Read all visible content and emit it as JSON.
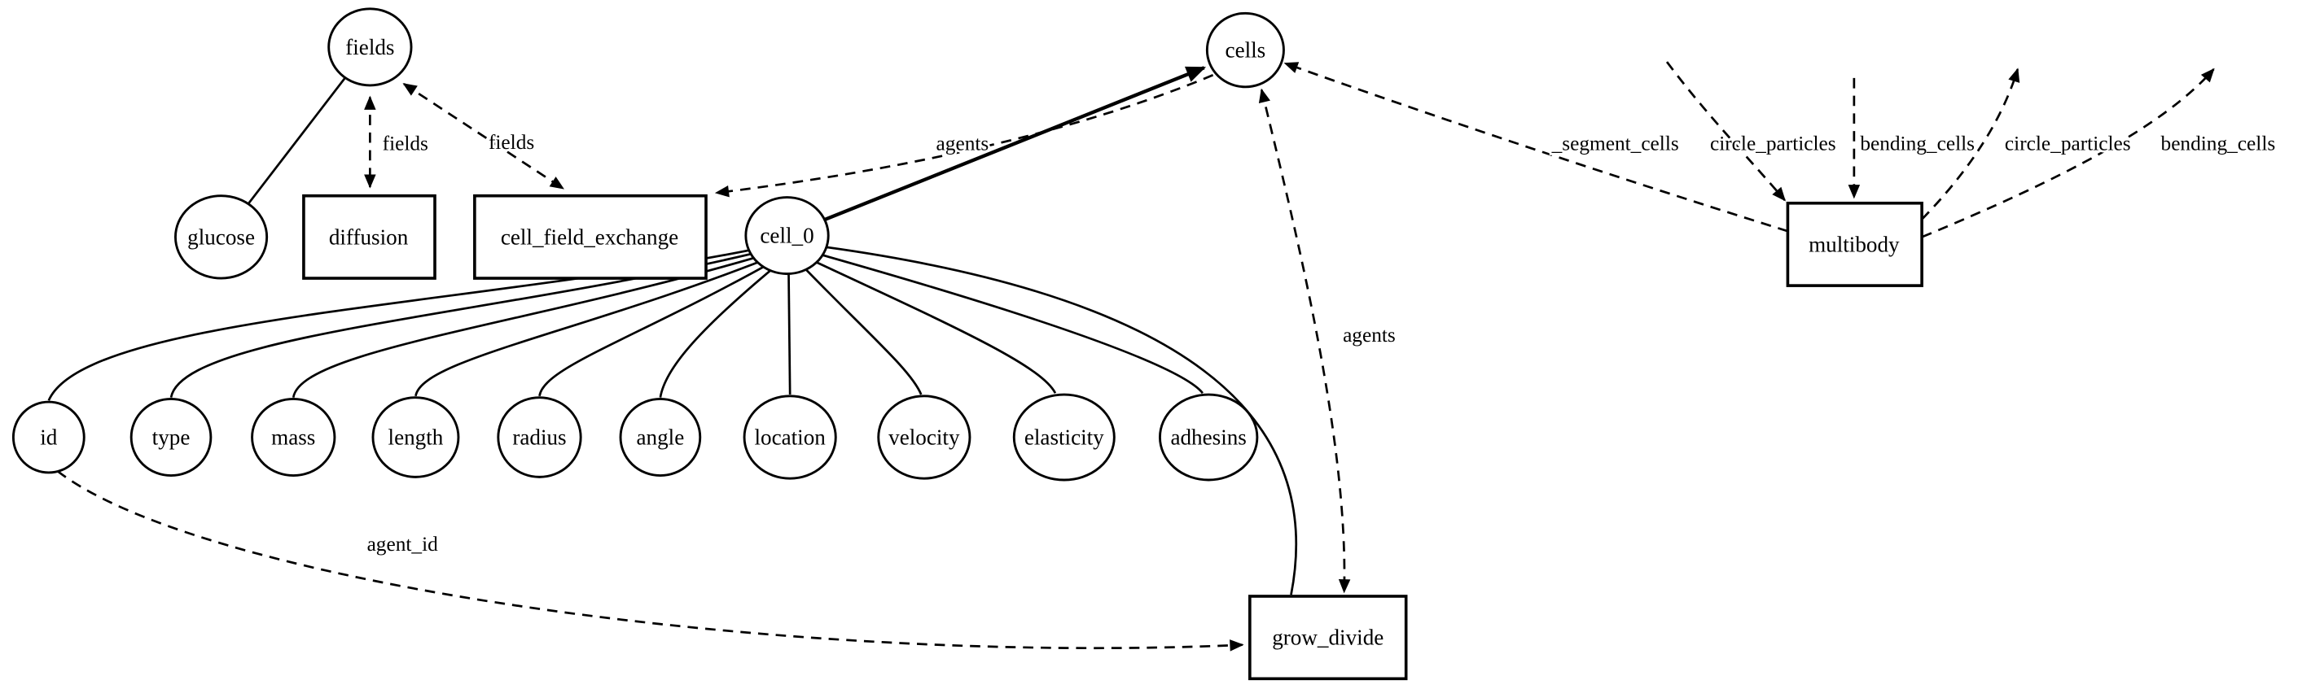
{
  "diagram": {
    "background": "#ffffff",
    "stroke_color": "#000000",
    "nodes": {
      "fields": {
        "label": "fields",
        "shape": "circle"
      },
      "glucose": {
        "label": "glucose",
        "shape": "circle"
      },
      "diffusion": {
        "label": "diffusion",
        "shape": "rect"
      },
      "cell_field_exchange": {
        "label": "cell_field_exchange",
        "shape": "rect"
      },
      "cell_0": {
        "label": "cell_0",
        "shape": "circle"
      },
      "cells": {
        "label": "cells",
        "shape": "circle"
      },
      "multibody": {
        "label": "multibody",
        "shape": "rect"
      },
      "grow_divide": {
        "label": "grow_divide",
        "shape": "rect"
      },
      "id": {
        "label": "id",
        "shape": "circle"
      },
      "type": {
        "label": "type",
        "shape": "circle"
      },
      "mass": {
        "label": "mass",
        "shape": "circle"
      },
      "length": {
        "label": "length",
        "shape": "circle"
      },
      "radius": {
        "label": "radius",
        "shape": "circle"
      },
      "angle": {
        "label": "angle",
        "shape": "circle"
      },
      "location": {
        "label": "location",
        "shape": "circle"
      },
      "velocity": {
        "label": "velocity",
        "shape": "circle"
      },
      "elasticity": {
        "label": "elasticity",
        "shape": "circle"
      },
      "adhesins": {
        "label": "adhesins",
        "shape": "circle"
      }
    },
    "edges": [
      {
        "from": "glucose",
        "to": "fields",
        "style": "solid",
        "label": ""
      },
      {
        "from": "diffusion",
        "to": "fields",
        "style": "dashed",
        "bidirectional": true,
        "label": "fields"
      },
      {
        "from": "cell_field_exchange",
        "to": "fields",
        "style": "dashed",
        "bidirectional": true,
        "label": "fields"
      },
      {
        "from": "cell_0",
        "to": "cells",
        "style": "solid",
        "label": "agents"
      },
      {
        "from": "cells",
        "to": "cell_field_exchange",
        "style": "dashed",
        "label": ""
      },
      {
        "from": "grow_divide",
        "to": "cells",
        "style": "dashed",
        "bidirectional": true,
        "label": "agents"
      },
      {
        "from": "id",
        "to": "grow_divide",
        "style": "dashed",
        "label": "agent_id"
      },
      {
        "from": "multibody",
        "to": "cells",
        "style": "dashed",
        "label": "_segment_cells"
      },
      {
        "from": "",
        "to": "multibody",
        "style": "dashed",
        "label": "circle_particles"
      },
      {
        "from": "",
        "to": "multibody",
        "style": "dashed",
        "label": "bending_cells"
      },
      {
        "from": "multibody",
        "to": "",
        "style": "dashed",
        "label": "circle_particles"
      },
      {
        "from": "multibody",
        "to": "",
        "style": "dashed",
        "label": "bending_cells"
      },
      {
        "from": "cell_0",
        "to": "id",
        "style": "solid",
        "label": ""
      },
      {
        "from": "cell_0",
        "to": "type",
        "style": "solid",
        "label": ""
      },
      {
        "from": "cell_0",
        "to": "mass",
        "style": "solid",
        "label": ""
      },
      {
        "from": "cell_0",
        "to": "length",
        "style": "solid",
        "label": ""
      },
      {
        "from": "cell_0",
        "to": "radius",
        "style": "solid",
        "label": ""
      },
      {
        "from": "cell_0",
        "to": "angle",
        "style": "solid",
        "label": ""
      },
      {
        "from": "cell_0",
        "to": "location",
        "style": "solid",
        "label": ""
      },
      {
        "from": "cell_0",
        "to": "velocity",
        "style": "solid",
        "label": ""
      },
      {
        "from": "cell_0",
        "to": "elasticity",
        "style": "solid",
        "label": ""
      },
      {
        "from": "cell_0",
        "to": "adhesins",
        "style": "solid",
        "label": ""
      },
      {
        "from": "cell_0",
        "to": "grow_divide",
        "style": "solid",
        "label": ""
      }
    ]
  }
}
